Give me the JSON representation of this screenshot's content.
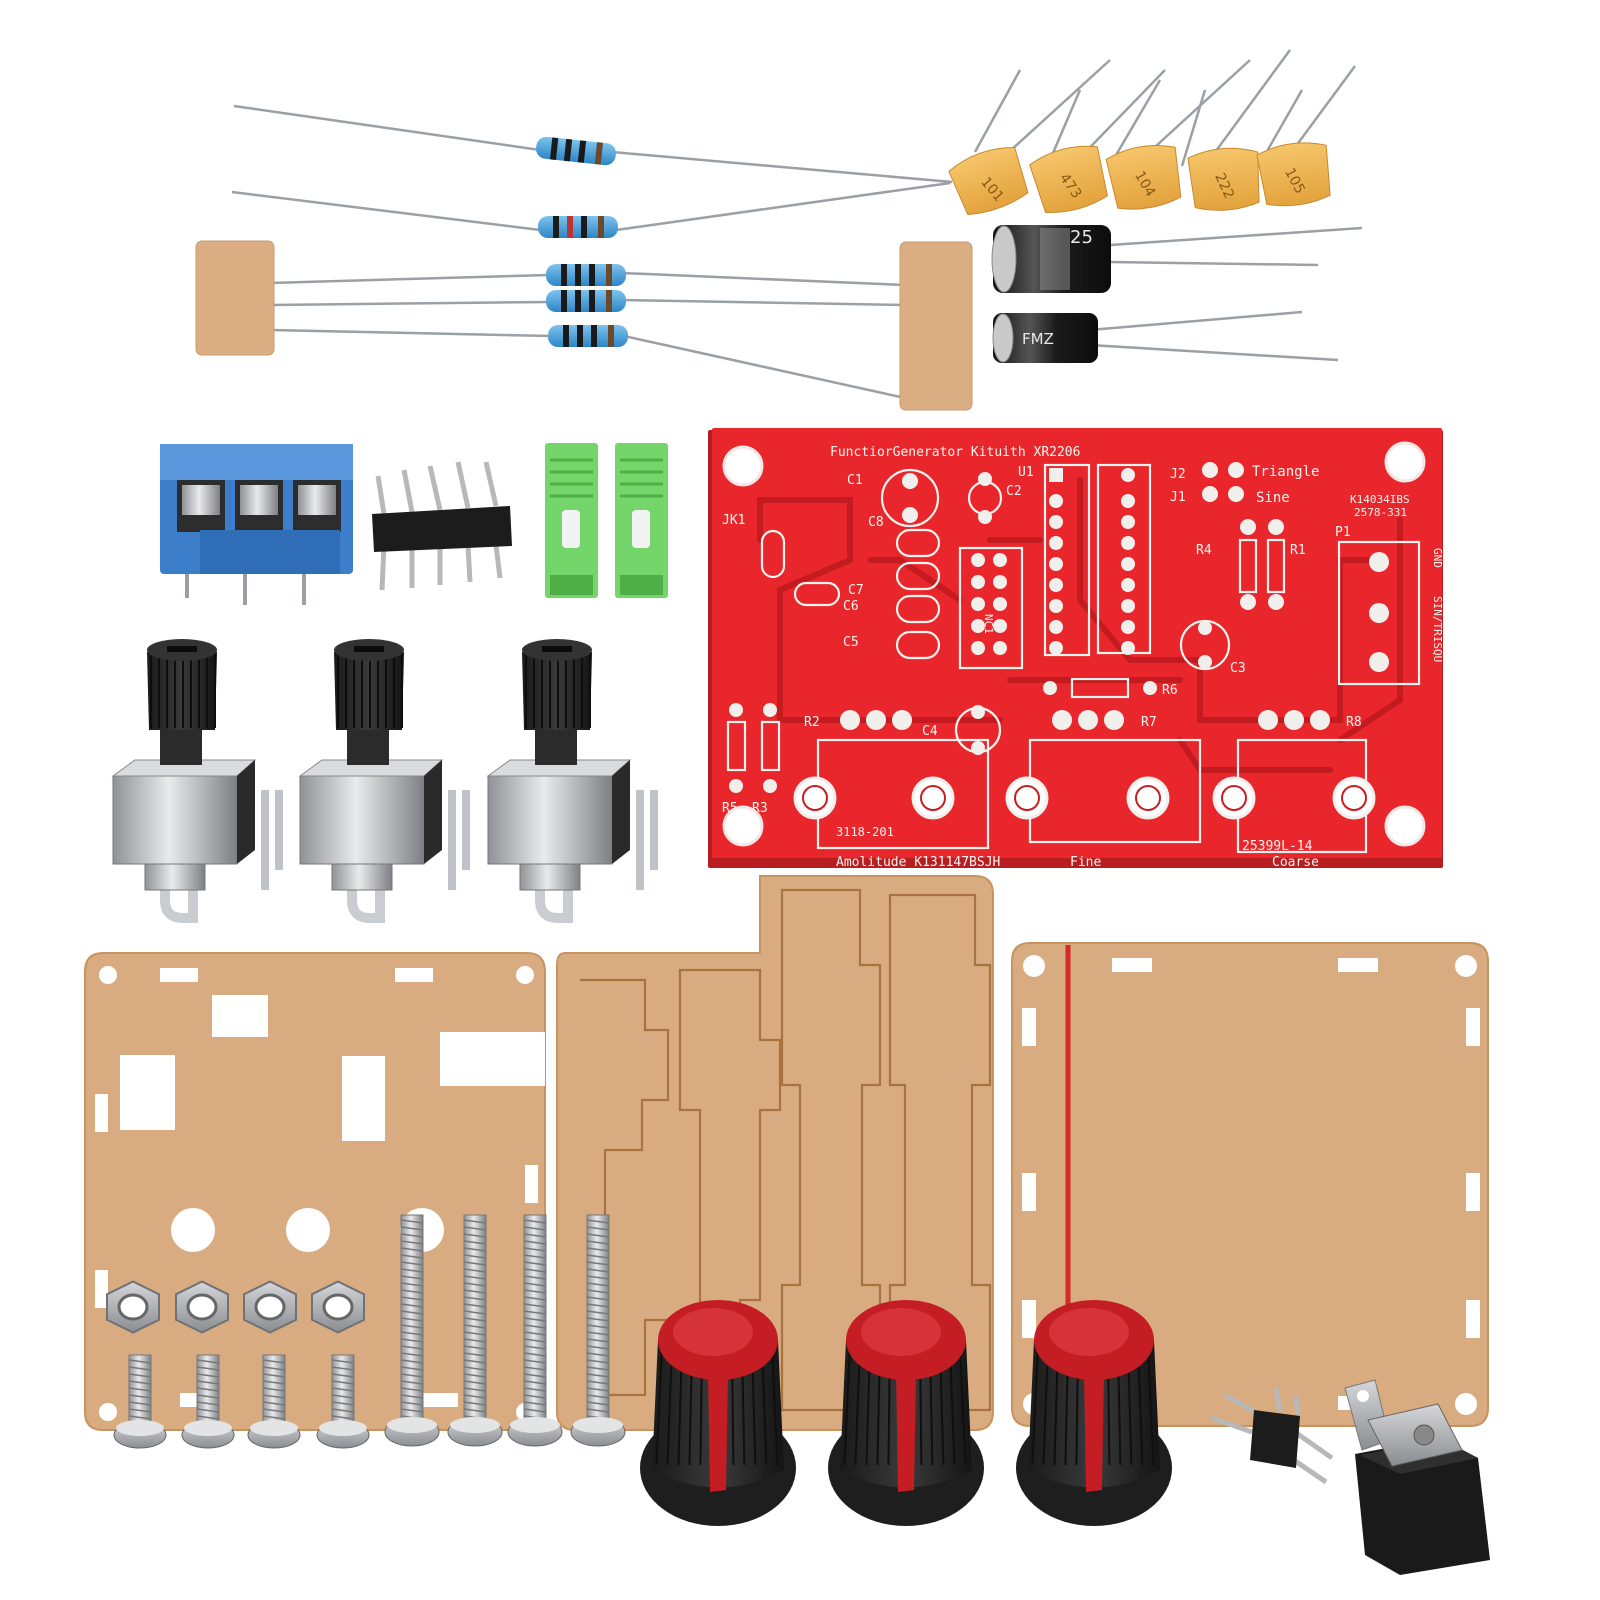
{
  "pcb": {
    "title": "FunctiorGenerator Kituith  XR2206",
    "u1": "U1",
    "c1": "C1",
    "c2": "C2",
    "c3": "C3",
    "c4": "C4",
    "c5": "C5",
    "c6": "C6",
    "c7": "C7",
    "c8": "C8",
    "jk1": "JK1",
    "j1": "J1",
    "j2": "J2",
    "triangle": "Triangle",
    "sine": "Sine",
    "batch1": "K14034IBS",
    "batch2": "2578-331",
    "r1": "R1",
    "r2": "R2",
    "r3": "R3",
    "r4": "R4",
    "r5": "R5",
    "r6": "R6",
    "r7": "R7",
    "r8": "R8",
    "p1": "P1",
    "gnd": "GND",
    "sinout": "SIN/TRISQU",
    "nc1": "NC1",
    "pot1_code": "3118-201",
    "pot3_code": "25399L-14",
    "amplitude": "Amolitude K131147BSJH",
    "fine": "Fine",
    "coarse": "Coarse"
  },
  "ceramic_caps": {
    "c1": "101",
    "c2": "473",
    "c3": "104",
    "c4": "222",
    "c5": "105"
  },
  "electrolytic": {
    "big": "25",
    "small": "FMZ"
  },
  "colors": {
    "pcb_red": "#e8262b",
    "acrylic": "#d9ab80",
    "knob_red": "#c41d24",
    "terminal_blue": "#3d7ecb",
    "jumper_green": "#74d66a"
  }
}
